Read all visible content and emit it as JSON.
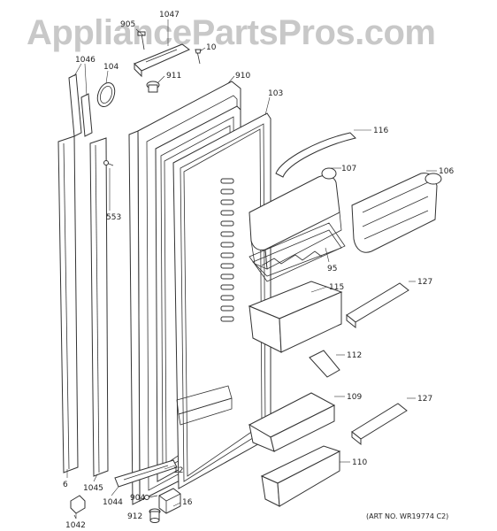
{
  "watermark": "AppliancePartsPros.com",
  "art_number": "(ART NO. WR19774 C2)",
  "callouts": [
    {
      "id": "905",
      "text": "905"
    },
    {
      "id": "1047",
      "text": "1047"
    },
    {
      "id": "10",
      "text": "10"
    },
    {
      "id": "1046",
      "text": "1046"
    },
    {
      "id": "104",
      "text": "104"
    },
    {
      "id": "911",
      "text": "911"
    },
    {
      "id": "910",
      "text": "910"
    },
    {
      "id": "103",
      "text": "103"
    },
    {
      "id": "116",
      "text": "116"
    },
    {
      "id": "107",
      "text": "107"
    },
    {
      "id": "106",
      "text": "106"
    },
    {
      "id": "553",
      "text": "553"
    },
    {
      "id": "95",
      "text": "95"
    },
    {
      "id": "115",
      "text": "115"
    },
    {
      "id": "127a",
      "text": "127"
    },
    {
      "id": "112",
      "text": "112"
    },
    {
      "id": "109",
      "text": "109"
    },
    {
      "id": "127b",
      "text": "127"
    },
    {
      "id": "110",
      "text": "110"
    },
    {
      "id": "12",
      "text": "12"
    },
    {
      "id": "6",
      "text": "6"
    },
    {
      "id": "1045",
      "text": "1045"
    },
    {
      "id": "1044",
      "text": "1044"
    },
    {
      "id": "904",
      "text": "904"
    },
    {
      "id": "16",
      "text": "16"
    },
    {
      "id": "912",
      "text": "912"
    },
    {
      "id": "1042",
      "text": "1042"
    }
  ]
}
